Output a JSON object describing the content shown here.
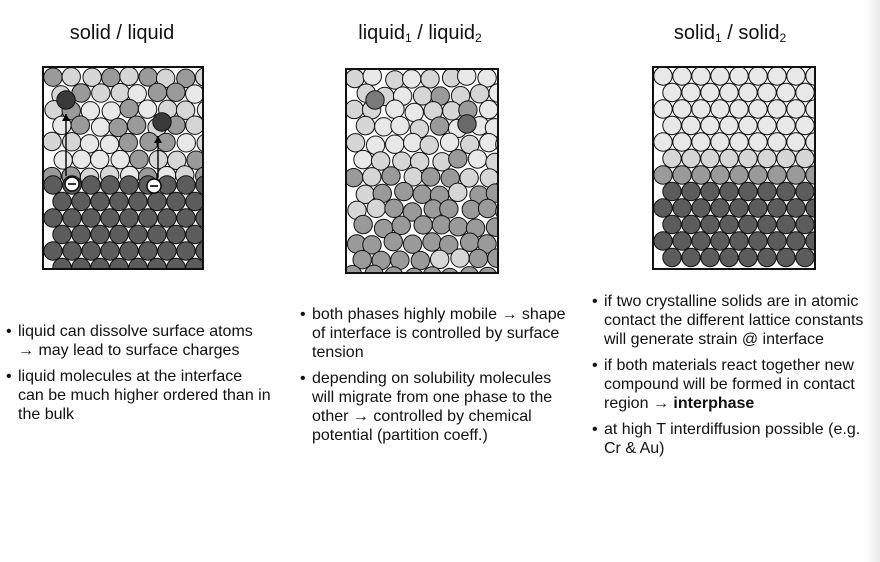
{
  "columns": [
    {
      "id": "solid-liquid",
      "title": "solid / liquid",
      "bullets": [
        "liquid can dissolve surface atoms → may lead to surface charges",
        "liquid molecules at the interface can be much higher ordered than in the bulk"
      ],
      "charge_symbol": "⊖"
    },
    {
      "id": "liquid1-liquid2",
      "title_parts": [
        "liquid",
        "1",
        " / liquid",
        "2"
      ],
      "bullets": [
        "both phases highly mobile → shape of interface is controlled by surface tension",
        "depending on solubility molecules will migrate from one phase to the other → controlled by chemical potential (partition coeff.)"
      ]
    },
    {
      "id": "solid1-solid2",
      "title_parts": [
        "solid",
        "1",
        " / solid",
        "2"
      ],
      "bullets": [
        "if two crystalline solids are in atomic contact the different lattice constants will generate strain @ interface",
        "if both materials react together new compound will be formed in contact region"
      ],
      "bold_term_prefix": "→ ",
      "bold_term": "interphase",
      "bullet3": "at high T interdiffusion possible (e.g. Cr & Au)"
    }
  ],
  "colors": {
    "dark_atom": "#5c5c5c",
    "mid_atom": "#9a9a9a",
    "light_atom": "#d6d6d6",
    "very_light_atom": "#e8e8e8",
    "outline": "#111111"
  }
}
